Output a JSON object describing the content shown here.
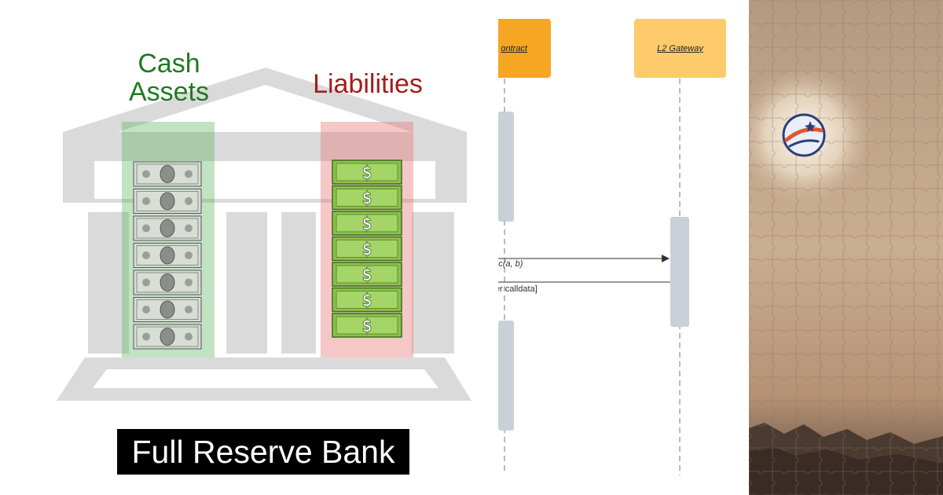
{
  "bank": {
    "cash_label": "Cash\nAssets",
    "liabilities_label": "Liabilities",
    "title": "Full Reserve Bank",
    "dollar_bill_count": 7,
    "liability_bill_count": 7,
    "colors": {
      "building": "#dadada",
      "cash_text": "#1f7a1f",
      "liabilities_text": "#a51c1c",
      "cash_column": "#4caf50",
      "liabilities_column": "#e57373",
      "liability_bill": "#8bc34a"
    }
  },
  "sequence": {
    "actors": [
      {
        "label": "ontract"
      },
      {
        "label": "L2 Gateway"
      }
    ],
    "messages": [
      {
        "label": "unc(a, b)",
        "direction": "right"
      },
      {
        "label": "lver calldata]",
        "direction": "left"
      }
    ],
    "colors": {
      "contract_actor": "#f5a623",
      "gateway_actor": "#fdca6c",
      "activation": "#c9d0d8"
    }
  },
  "puzzle": {
    "colors": {
      "sky": "#c9ad8f",
      "ground": "#4a3a30",
      "glow": "#fff7e8"
    },
    "icons": [
      "rocket-logo-icon"
    ]
  }
}
